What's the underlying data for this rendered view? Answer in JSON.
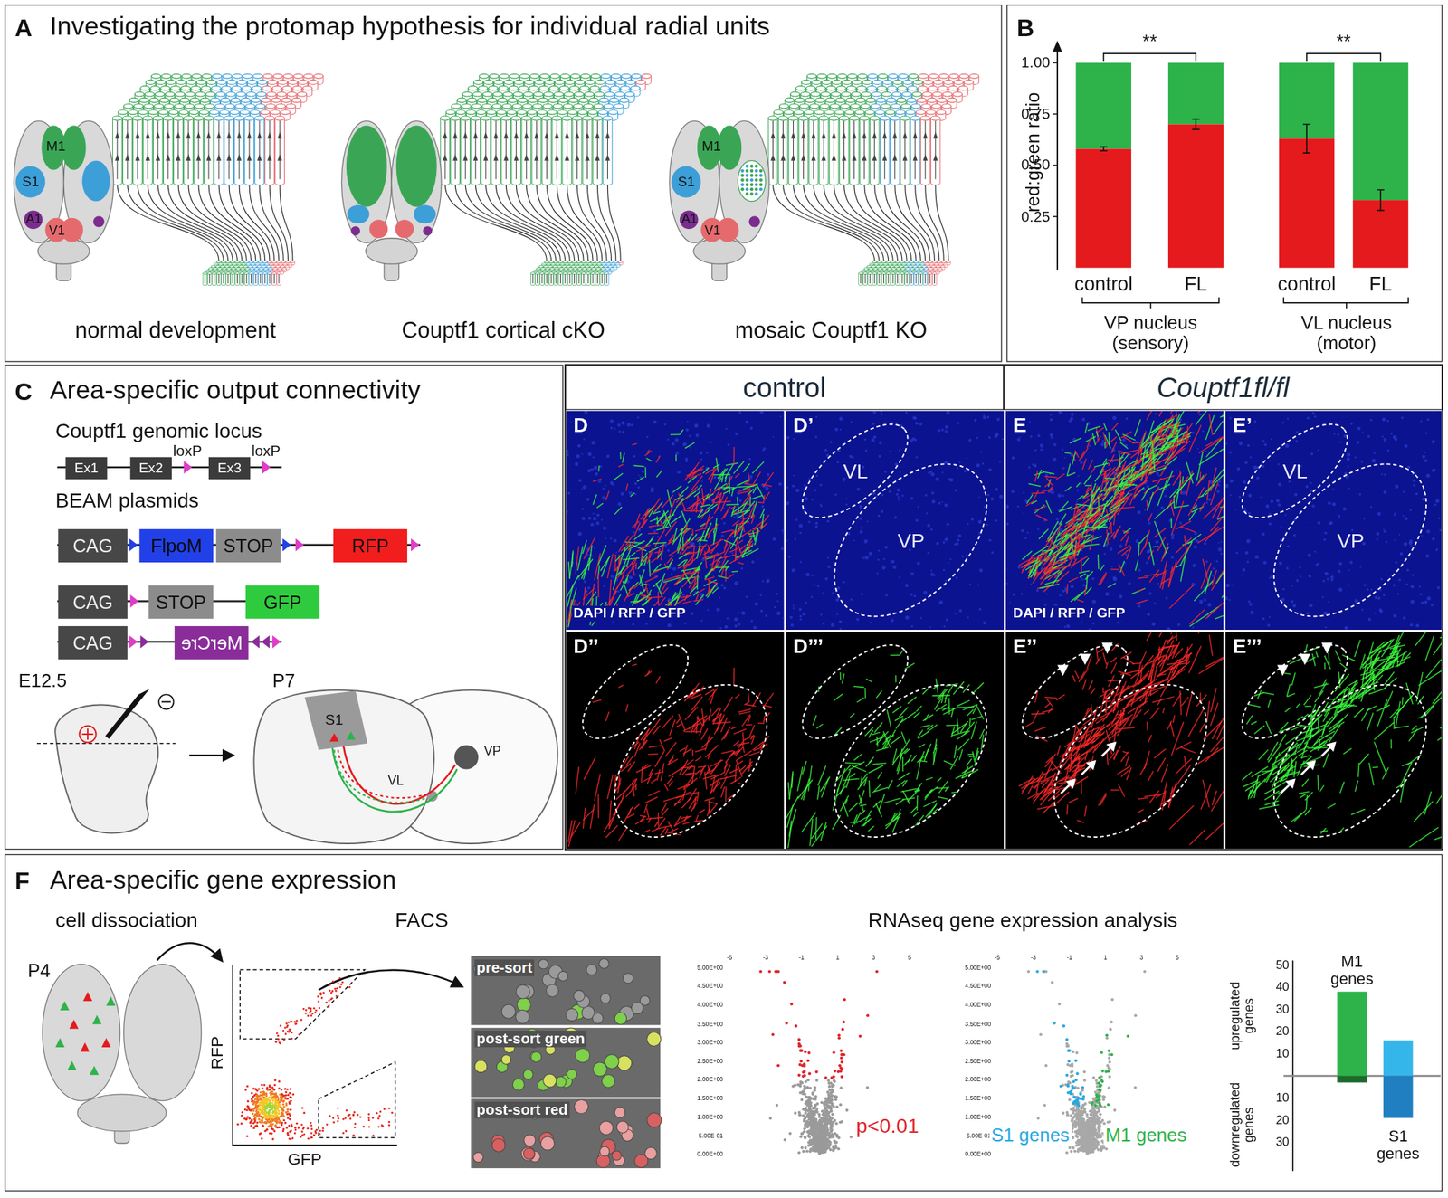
{
  "diagram": {
    "nodes": [
      {
        "text": [
          "A",
          "Investigating the protomap hypothesis for individual radial units"
        ]
      },
      {
        "text": [
          "B"
        ]
      },
      {
        "text": [
          "C",
          "Area-specific output connectivity"
        ]
      },
      {
        "text": [
          "Ex1"
        ],
        "in": 2
      },
      {
        "text": [
          "Ex2"
        ],
        "in": 2
      },
      {
        "text": [
          "Ex3"
        ],
        "in": 2
      },
      {
        "text": [
          "CAG"
        ],
        "in": 2
      },
      {
        "text": [
          "FlpoM"
        ],
        "in": 2
      },
      {
        "text": [
          "STOP"
        ],
        "in": 2
      },
      {
        "text": [
          "RFP"
        ],
        "in": 2
      },
      {
        "text": [
          "CAG"
        ],
        "in": 2
      },
      {
        "text": [
          "STOP"
        ],
        "in": 2
      },
      {
        "text": [
          "GFP"
        ],
        "in": 2
      },
      {
        "text": [
          "CAG"
        ],
        "in": 2
      },
      {
        "text": [
          "MerCre"
        ],
        "in": 2
      },
      {
        "text": [
          "control"
        ]
      },
      {
        "text": [
          "Couptf1fl/fl"
        ]
      },
      {
        "text": [
          "D",
          "DAPI / RFP / GFP"
        ]
      },
      {
        "text": [
          "D’",
          "VL",
          "VP"
        ]
      },
      {
        "text": [
          "E",
          "DAPI / RFP / GFP"
        ]
      },
      {
        "text": [
          "E’",
          "VL",
          "VP"
        ]
      },
      {
        "text": [
          "D’’"
        ]
      },
      {
        "text": [
          "D’’’"
        ]
      },
      {
        "text": [
          "E’’"
        ]
      },
      {
        "text": [
          "E’’’"
        ]
      },
      {
        "text": [
          "F",
          "Area-specific gene expression"
        ]
      }
    ],
    "labels": [
      "M1",
      "S1",
      "A1",
      "V1",
      "M1",
      "S1",
      "A1",
      "V1",
      "normal development",
      "Couptf1 cortical cKO",
      "mosaic Couptf1 KO",
      "red:green ratio",
      "1.00",
      "0.75",
      "0.50",
      "0.25",
      "**",
      "**",
      "control",
      "FL",
      "control",
      "FL",
      "VP nucleus (sensory)",
      "VL nucleus (motor)",
      "Couptf1 genomic locus",
      "loxP",
      "loxP",
      "BEAM plasmids",
      "E12.5",
      "P7",
      "S1",
      "VP",
      "VL",
      "cell dissociation",
      "P4",
      "FACS",
      "RNAseq gene expression analysis",
      "RFP",
      "GFP",
      "pre-sort",
      "post-sort green",
      "post-sort red",
      "5.00E+00",
      "4.50E+00",
      "4.00E+00",
      "3.50E+00",
      "3.00E+00",
      "2.50E+00",
      "2.00E+00",
      "1.50E+00",
      "1.00E+00",
      "5.00E-01",
      "0.00E+00",
      "-5",
      "-3",
      "-1",
      "1",
      "3",
      "5",
      "p<0.01",
      "5.00E+00",
      "4.50E+00",
      "4.00E+00",
      "3.50E+00",
      "3.00E+00",
      "2.50E+00",
      "2.00E+00",
      "1.50E+00",
      "1.00E+00",
      "5.00E-01",
      "0.00E+00",
      "-5",
      "-3",
      "-1",
      "1",
      "3",
      "5",
      "S1 genes",
      "M1 genes",
      "M1 genes",
      "S1 genes",
      "upregulated genes",
      "downregulated genes",
      "50",
      "40",
      "30",
      "20",
      "10",
      "10",
      "20",
      "30"
    ]
  }
}
